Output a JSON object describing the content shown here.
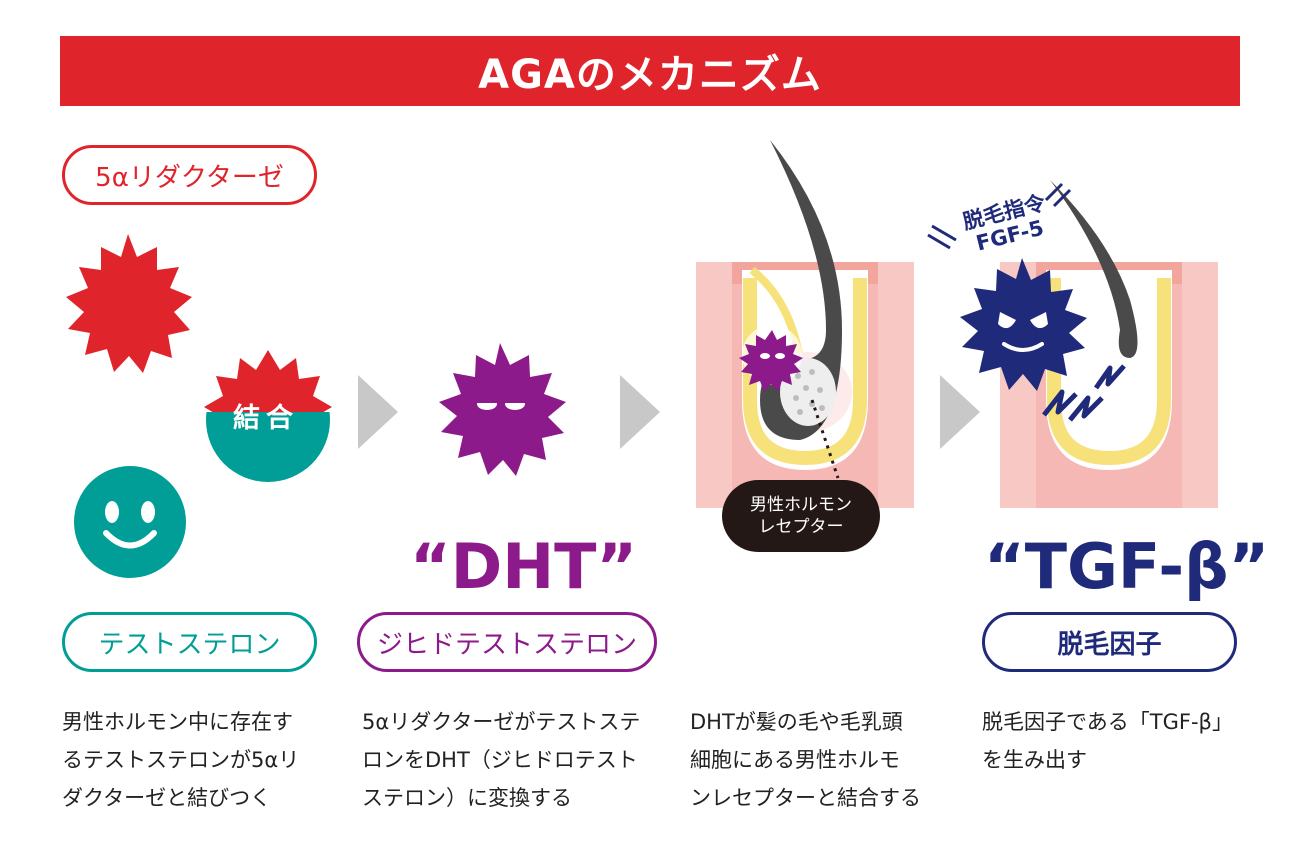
{
  "title": "AGAのメカニズム",
  "enzyme_label": "5αリダクターゼ",
  "bind_label": "結合",
  "step1": {
    "name": "テストステロン",
    "desc": [
      "男性ホルモン中に存在す",
      "るテストステロンが5αリ",
      "ダクターゼと結びつく"
    ]
  },
  "step2": {
    "big": "“DHT”",
    "name": "ジヒドテストステロン",
    "desc": [
      "5αリダクターゼがテストステ",
      "ロンをDHT（ジヒドロテスト",
      "ステロン）に変換する"
    ]
  },
  "step3": {
    "receptor": [
      "男性ホルモン",
      "レセプター"
    ],
    "desc": [
      "DHTが髪の毛や毛乳頭",
      "細胞にある男性ホルモ",
      "ンレセプターと結合する"
    ]
  },
  "step4": {
    "fgf": [
      "脱毛指令",
      "FGF-5"
    ],
    "big": "“TGF-β”",
    "name": "脱毛因子",
    "desc": [
      "脱毛因子である「TGF-β」",
      "を生み出す"
    ]
  },
  "colors": {
    "red": "#e0242b",
    "teal": "#009e96",
    "purple": "#8c1a8a",
    "navy": "#1f2a7a",
    "arrow": "#c8c8c8"
  }
}
